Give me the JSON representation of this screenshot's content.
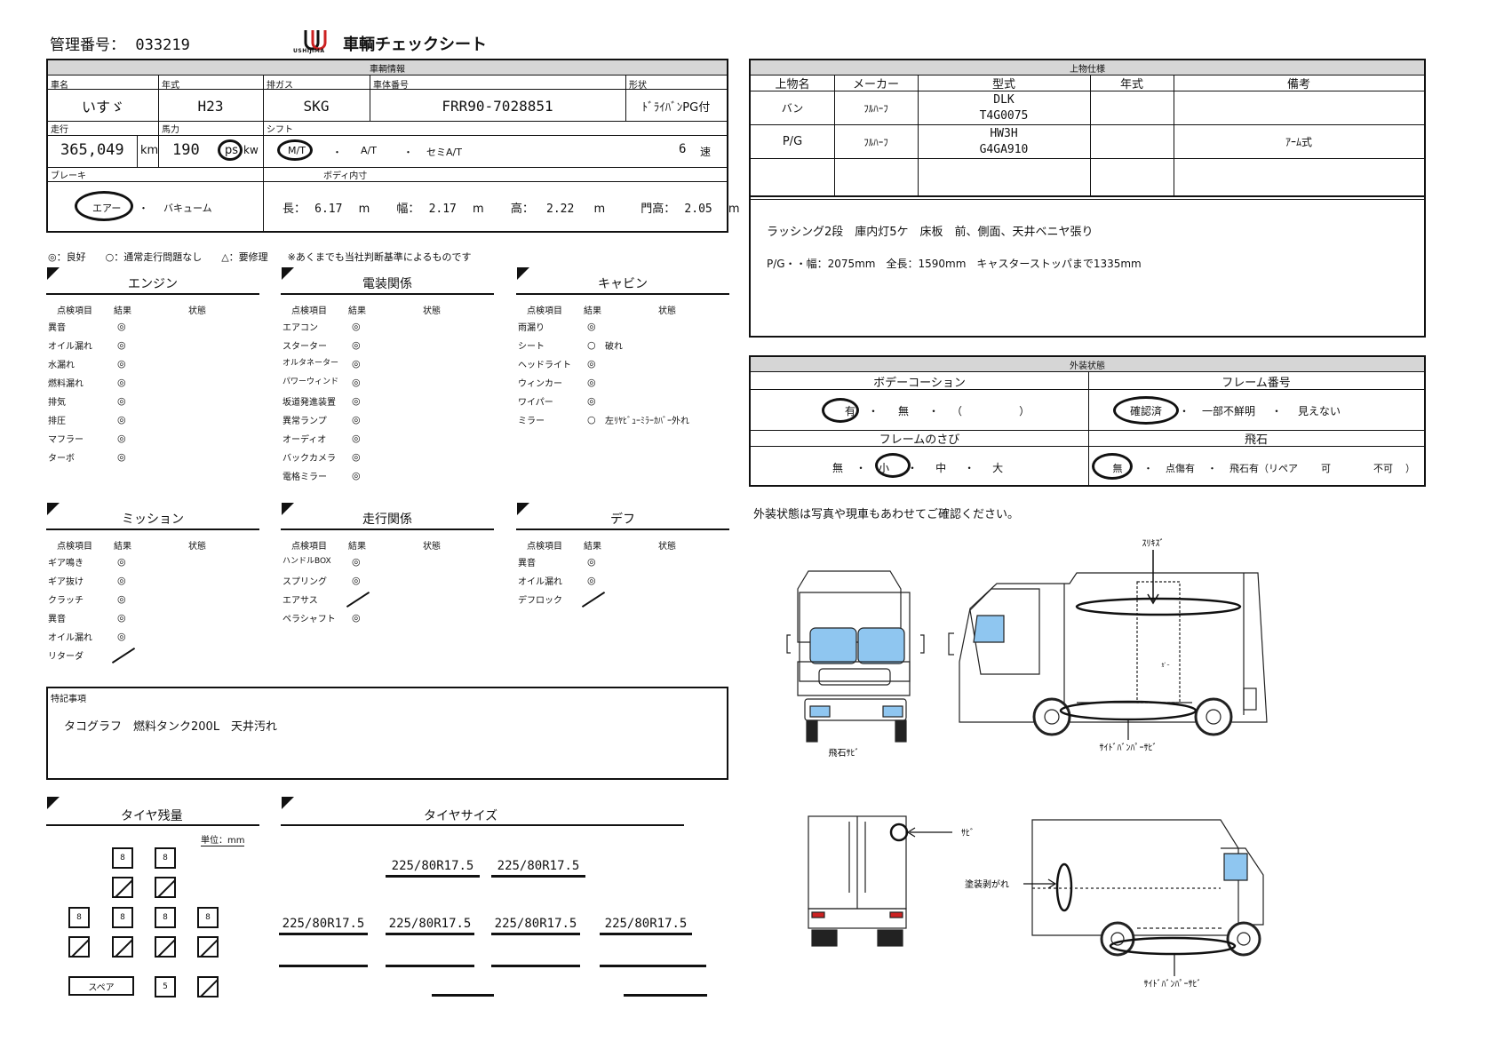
{
  "header": {
    "mgmt_label": "管理番号：",
    "mgmt_no": "033219",
    "logo_text": "USHIJIMA",
    "title": "車輌チェックシート"
  },
  "vehicle": {
    "section": "車輌情報",
    "maker": {
      "label": "車名",
      "value": "いすゞ"
    },
    "year": {
      "label": "年式",
      "value": "H23"
    },
    "emission": {
      "label": "排ガス",
      "value": "SKG"
    },
    "chassis": {
      "label": "車体番号",
      "value": "FRR90-7028851"
    },
    "shape": {
      "label": "形状",
      "value": "ﾄﾞﾗｲﾊﾞﾝPG付"
    },
    "mileage": {
      "label": "走行",
      "value": "365,049",
      "unit": "km"
    },
    "power": {
      "label": "馬力",
      "value": "190",
      "unit_ps": "ps",
      "unit_kw": "kw"
    },
    "shift": {
      "label": "シフト",
      "mt": "M/T",
      "sep": "・",
      "at": "A/T",
      "semi": "セミA/T",
      "speeds": "6",
      "speed_unit": "速"
    },
    "brake": {
      "label": "ブレーキ",
      "air": "エアー",
      "sep": "・",
      "vac": "バキューム"
    },
    "body": {
      "label": "ボディ内寸",
      "l_label": "長：",
      "l": "6.17",
      "w_label": "幅：",
      "w": "2.17",
      "h_label": "高：",
      "h": "2.22",
      "d_label": "門高：",
      "d": "2.05",
      "unit": "m"
    }
  },
  "legend": "◎：良好　　○：通常走行問題なし　　△：要修理　　※あくまでも当社判断基準によるものです",
  "check_headers": {
    "item": "点検項目",
    "result": "結果",
    "state": "状態"
  },
  "engine": {
    "title": "エンジン",
    "items": [
      [
        "異音",
        "◎",
        ""
      ],
      [
        "オイル漏れ",
        "◎",
        ""
      ],
      [
        "水漏れ",
        "◎",
        ""
      ],
      [
        "燃料漏れ",
        "◎",
        ""
      ],
      [
        "排気",
        "◎",
        ""
      ],
      [
        "排圧",
        "◎",
        ""
      ],
      [
        "マフラー",
        "◎",
        ""
      ],
      [
        "ターボ",
        "◎",
        ""
      ]
    ]
  },
  "electric": {
    "title": "電装関係",
    "items": [
      [
        "エアコン",
        "◎",
        ""
      ],
      [
        "スターター",
        "◎",
        ""
      ],
      [
        "オルタネーター",
        "◎",
        ""
      ],
      [
        "パワーウィンド",
        "◎",
        ""
      ],
      [
        "坂道発進装置",
        "◎",
        ""
      ],
      [
        "異常ランプ",
        "◎",
        ""
      ],
      [
        "オーディオ",
        "◎",
        ""
      ],
      [
        "バックカメラ",
        "◎",
        ""
      ],
      [
        "電格ミラー",
        "◎",
        ""
      ]
    ]
  },
  "cabin": {
    "title": "キャビン",
    "items": [
      [
        "雨漏り",
        "◎",
        ""
      ],
      [
        "シート",
        "○",
        "破れ"
      ],
      [
        "ヘッドライト",
        "◎",
        ""
      ],
      [
        "ウィンカー",
        "◎",
        ""
      ],
      [
        "ワイパー",
        "◎",
        ""
      ],
      [
        "ミラー",
        "○",
        "左ﾘﾔﾋﾞｭｰﾐﾗｰｶﾊﾞｰ外れ"
      ]
    ]
  },
  "mission": {
    "title": "ミッション",
    "items": [
      [
        "ギア鳴き",
        "◎",
        ""
      ],
      [
        "ギア抜け",
        "◎",
        ""
      ],
      [
        "クラッチ",
        "◎",
        ""
      ],
      [
        "異音",
        "◎",
        ""
      ],
      [
        "オイル漏れ",
        "◎",
        ""
      ],
      [
        "リターダ",
        "",
        ""
      ]
    ]
  },
  "drive": {
    "title": "走行関係",
    "items": [
      [
        "ハンドルBOX",
        "◎",
        ""
      ],
      [
        "スプリング",
        "◎",
        ""
      ],
      [
        "エアサス",
        "",
        ""
      ],
      [
        "ペラシャフト",
        "◎",
        ""
      ]
    ]
  },
  "diff": {
    "title": "デフ",
    "items": [
      [
        "異音",
        "◎",
        ""
      ],
      [
        "オイル漏れ",
        "◎",
        ""
      ],
      [
        "デフロック",
        "",
        ""
      ]
    ]
  },
  "notes": {
    "label": "特記事項",
    "text": "タコグラフ　燃料タンク200L　天井汚れ"
  },
  "tire_remain": {
    "title": "タイヤ残量",
    "unit": "単位：mm",
    "front": [
      "8",
      "8"
    ],
    "rear": [
      "8",
      "8",
      "8",
      "8"
    ],
    "spare_label": "スペア",
    "spare": "5"
  },
  "tire_size": {
    "title": "タイヤサイズ",
    "front": [
      "225/80R17.5",
      "225/80R17.5"
    ],
    "rear": [
      "225/80R17.5",
      "225/80R17.5",
      "225/80R17.5",
      "225/80R17.5"
    ]
  },
  "upper": {
    "section": "上物仕様",
    "headers": [
      "上物名",
      "メーカー",
      "型式",
      "年式",
      "備考"
    ],
    "rows": [
      [
        "バン",
        "ﾌﾙﾊｰﾌ",
        "DLK",
        "T4G0075",
        "",
        ""
      ],
      [
        "P/G",
        "ﾌﾙﾊｰﾌ",
        "HW3H",
        "G4GA910",
        "",
        "ｱｰﾑ式"
      ]
    ],
    "note1": "ラッシング2段　庫内灯5ケ　床板　前、側面、天井ベニヤ張り",
    "note2": "P/G・・幅：2075mm　全長：1590mm　キャスターストッパまで1335mm"
  },
  "exterior": {
    "section": "外装状態",
    "body_coat": {
      "label": "ボデーコーション",
      "opts": [
        "有",
        "・",
        "無",
        "・",
        "（",
        "）"
      ]
    },
    "frame_no": {
      "label": "フレーム番号",
      "opts": [
        "確認済",
        "・",
        "一部不鮮明",
        "・",
        "見えない"
      ]
    },
    "rust": {
      "label": "フレームのさび",
      "opts": [
        "無",
        "・",
        "小",
        "・",
        "中",
        "・",
        "大"
      ]
    },
    "chip": {
      "label": "飛石",
      "opts": [
        "無",
        "・",
        "点傷有",
        "・",
        "飛石有（リペア",
        "可",
        "不可",
        "）"
      ]
    },
    "notice": "外装状態は写真や現車もあわせてご確認ください。",
    "ann": {
      "scratch": "ｽﾘｷｽﾞ",
      "chip_rust": "飛石ｻﾋﾞ",
      "side_bumper1": "ｻｲﾄﾞﾊﾞﾝﾊﾟｰｻﾋﾞ",
      "rust": "ｻﾋﾞ",
      "paint": "塗装剥がれ",
      "side_bumper2": "ｻｲﾄﾞﾊﾞﾝﾊﾟｰｻﾋﾞ",
      "door_mark": "ｶﾞｰ"
    }
  }
}
